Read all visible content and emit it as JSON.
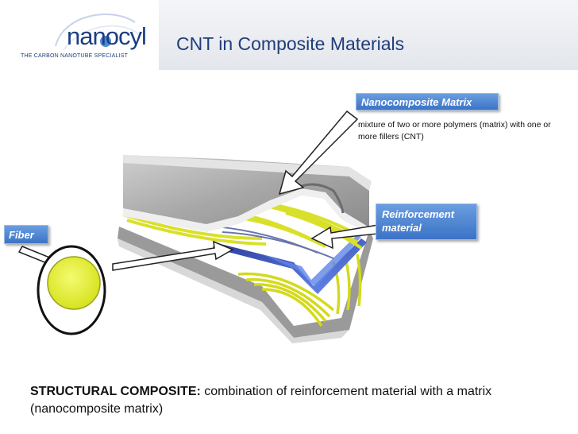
{
  "header": {
    "logo_text": "nanocyl",
    "logo_tagline": "THE CARBON NANOTUBE SPECIALIST",
    "title": "CNT in Composite Materials"
  },
  "labels": {
    "matrix": "Nanocomposite Matrix",
    "matrix_desc": "mixture of two or more polymers (matrix) with one or more fillers (CNT)",
    "reinforcement": "Reinforcement material",
    "fiber": "Fiber"
  },
  "footer": {
    "bold": "STRUCTURAL COMPOSITE:",
    "text": " combination of reinforcement material with a matrix (nanocomposite matrix)"
  },
  "colors": {
    "brand_blue": "#1b3f82",
    "label_blue": "#4a82d2",
    "fiber_yellow": "#e6f03a",
    "reinforcement_blue": "#4f74d8"
  }
}
